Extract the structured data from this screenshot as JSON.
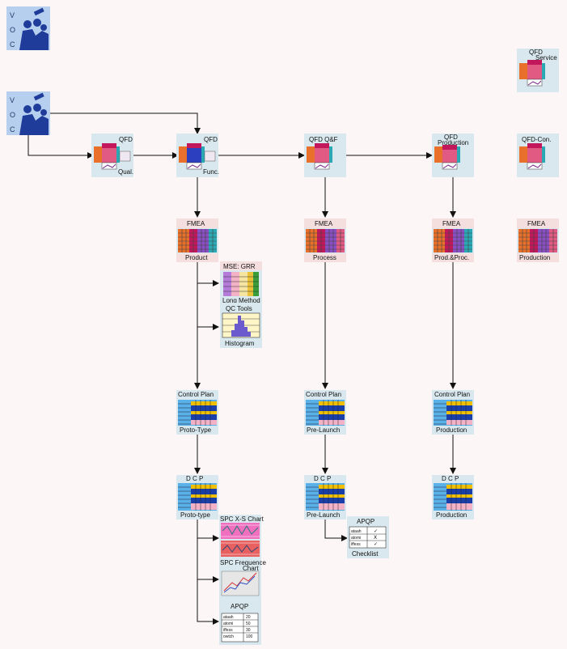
{
  "voc": {
    "letters": [
      "V",
      "O",
      "C"
    ]
  },
  "colors": {
    "background": "#fdf6f6",
    "tile_bg": "#d8e8ee",
    "label_bg": "#f5dede",
    "arrow": "#111111",
    "voc_blue": "#1f3c9a",
    "voc_bg": "#b7cfee"
  },
  "nodes": {
    "qfd_qual": {
      "title": "QFD",
      "label": "Qual."
    },
    "qfd_func": {
      "title": "QFD",
      "label": "Func."
    },
    "qfd_qf": {
      "title": "QFD Q&F"
    },
    "qfd_production": {
      "title": "QFD",
      "subtitle": "Production"
    },
    "qfd_service": {
      "title": "QFD",
      "subtitle": "Service"
    },
    "qfd_con": {
      "title": "QFD-Con."
    },
    "fmea_product": {
      "title": "FMEA",
      "label": "Product"
    },
    "fmea_process": {
      "title": "FMEA",
      "label": "Process"
    },
    "fmea_prodproc": {
      "title": "FMEA",
      "label": "Prod.&Proc."
    },
    "fmea_production": {
      "title": "FMEA",
      "label": "Production"
    },
    "mse_grr": {
      "title": "MSE: GRR",
      "label": "Long Method"
    },
    "qc_tools": {
      "title": "QC Tools",
      "label": "Histogram"
    },
    "cp_proto": {
      "title": "Control Plan",
      "label": "Proto-Type"
    },
    "cp_prelaunch": {
      "title": "Control Plan",
      "label": "Pre-Launch"
    },
    "cp_production": {
      "title": "Control  Plan",
      "label": "Production"
    },
    "dcp_proto": {
      "title": "D C P",
      "label": "Proto-type"
    },
    "dcp_prelaunch": {
      "title": "D C P",
      "label": "Pre-Launch"
    },
    "dcp_production": {
      "title": "D C P",
      "label": "Production"
    },
    "spc_xs": {
      "title": "SPC X-S Chart"
    },
    "spc_freq": {
      "title": "SPC Frequence",
      "subtitle": "Chart"
    },
    "apqp_checklist": {
      "title": "APQP",
      "label": "Checklist",
      "rows": [
        "ataah",
        "atomi",
        "iffess"
      ],
      "marks": [
        "✓",
        "X",
        "✓"
      ]
    },
    "apqp_table": {
      "title": "APQP",
      "rows": [
        "ataah",
        "atomi",
        "iffess",
        "owtch"
      ],
      "values": [
        "20",
        "50",
        "30",
        "100"
      ]
    }
  }
}
